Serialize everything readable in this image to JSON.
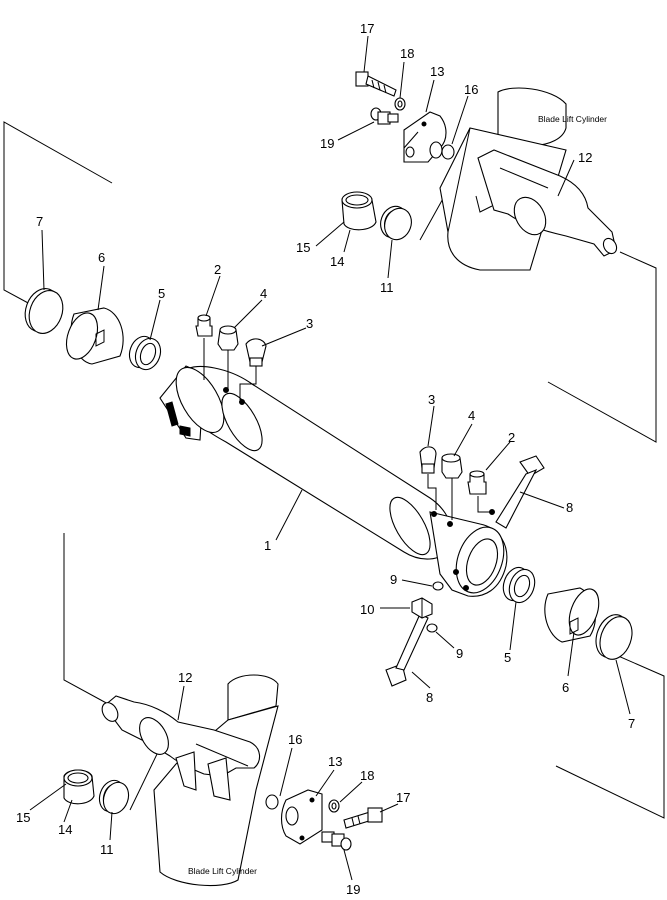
{
  "diagram": {
    "part_numbers": {
      "p1": "1",
      "p2": "2",
      "p3": "3",
      "p4": "4",
      "p5": "5",
      "p6": "6",
      "p7": "7",
      "p8": "8",
      "p9": "9",
      "p10": "10",
      "p11": "11",
      "p12": "12",
      "p13": "13",
      "p14": "14",
      "p15": "15",
      "p16": "16",
      "p17": "17",
      "p18": "18",
      "p19": "19"
    },
    "cylinder_label": "Blade Lift Cylinder"
  }
}
